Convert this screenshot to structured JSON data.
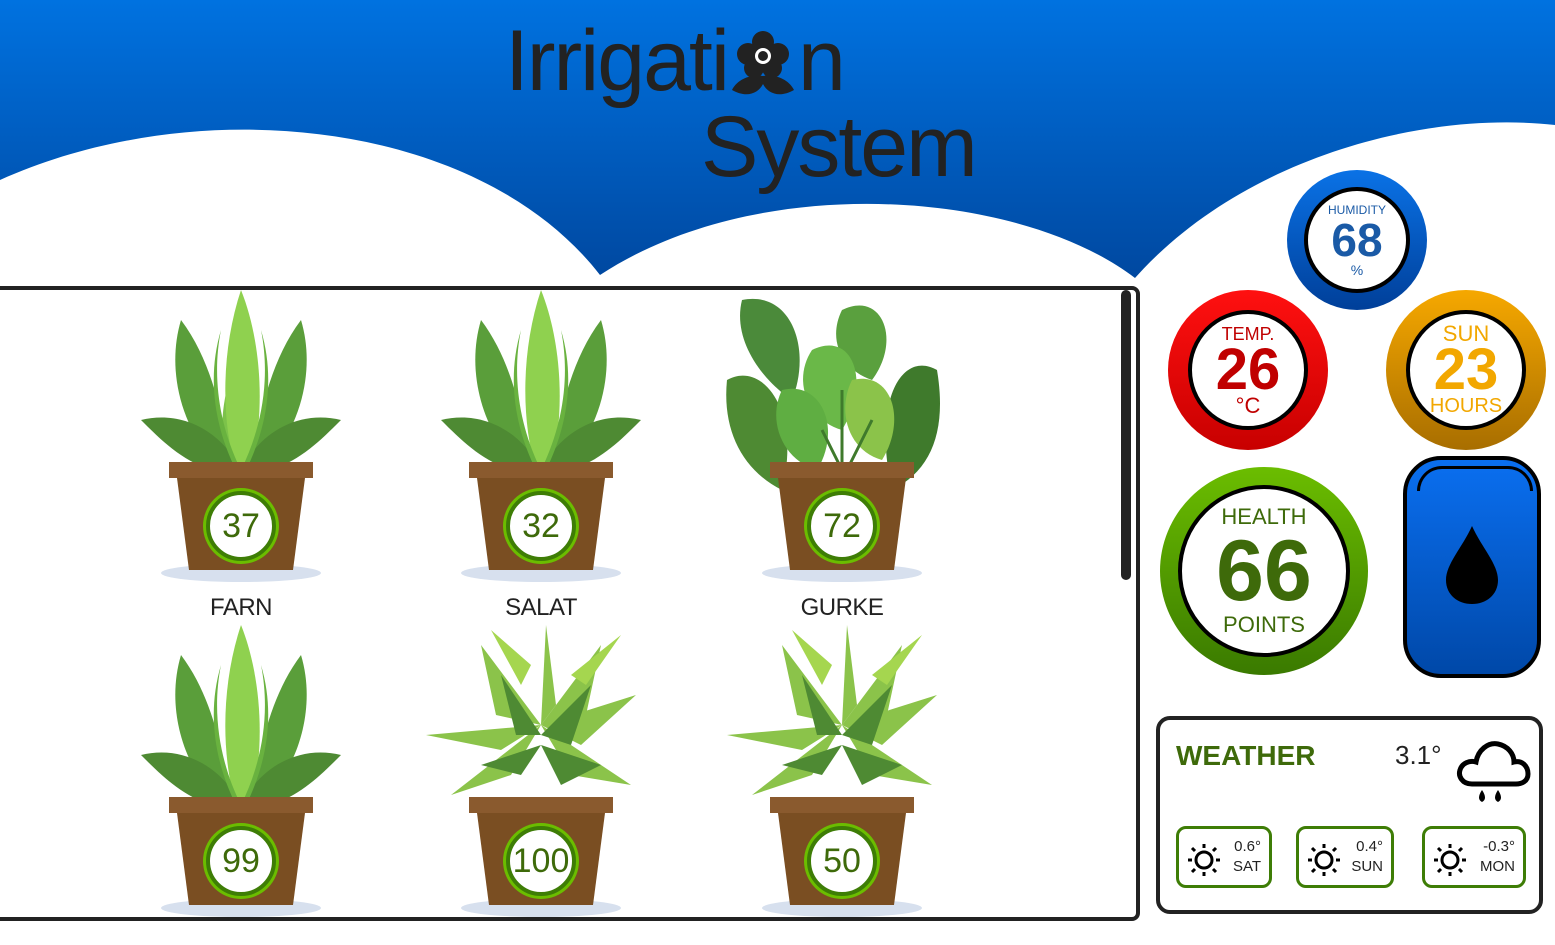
{
  "app": {
    "title_line1_a": "Irrigati",
    "title_line1_b": "n",
    "title_line2": "System"
  },
  "colors": {
    "header_blue": "#0066d6",
    "accent_green": "#3e7d06",
    "temp_red": "#e00000",
    "sun_orange": "#f2a700"
  },
  "plants": [
    {
      "name": "FARN",
      "value": "37",
      "icon": "fern-plant-icon"
    },
    {
      "name": "SALAT",
      "value": "32",
      "icon": "fern-plant-icon"
    },
    {
      "name": "GURKE",
      "value": "72",
      "icon": "broadleaf-plant-icon"
    },
    {
      "name": "",
      "value": "99",
      "icon": "fern-plant-icon"
    },
    {
      "name": "",
      "value": "100",
      "icon": "bamboo-plant-icon"
    },
    {
      "name": "",
      "value": "50",
      "icon": "bamboo-plant-icon"
    }
  ],
  "gauges": {
    "humidity": {
      "label": "HUMIDITY",
      "value": "68",
      "unit": "%"
    },
    "temp": {
      "label": "TEMP.",
      "value": "26",
      "unit": "°C"
    },
    "sun": {
      "label": "SUN",
      "value": "23",
      "unit": "HOURS"
    },
    "health": {
      "label": "HEALTH",
      "value": "66",
      "unit": "POINTS"
    }
  },
  "water_button": {
    "icon": "water-drop-icon"
  },
  "weather": {
    "title": "WEATHER",
    "current_temp": "3.1°",
    "icon": "cloud-rain-icon",
    "forecast": [
      {
        "temp": "0.6°",
        "day": "SAT",
        "icon": "sun-icon"
      },
      {
        "temp": "0.4°",
        "day": "SUN",
        "icon": "sun-icon"
      },
      {
        "temp": "-0.3°",
        "day": "MON",
        "icon": "sun-icon"
      }
    ]
  }
}
